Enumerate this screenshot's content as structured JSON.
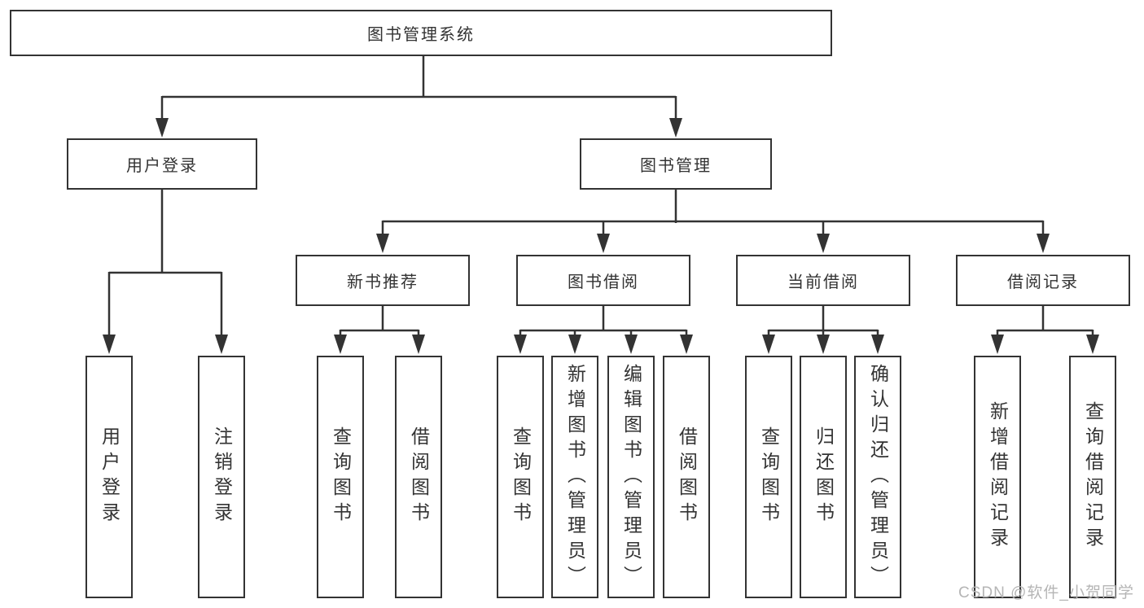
{
  "diagram": {
    "title": "图书管理系统",
    "tree": {
      "label": "图书管理系统",
      "children": [
        {
          "label": "用户登录",
          "children": [
            {
              "label": "用户登录"
            },
            {
              "label": "注销登录"
            }
          ]
        },
        {
          "label": "图书管理",
          "children": [
            {
              "label": "新书推荐",
              "children": [
                {
                  "label": "查询图书"
                },
                {
                  "label": "借阅图书"
                }
              ]
            },
            {
              "label": "图书借阅",
              "children": [
                {
                  "label": "查询图书"
                },
                {
                  "label": "新增图书（管理员）"
                },
                {
                  "label": "编辑图书（管理员）"
                },
                {
                  "label": "借阅图书"
                }
              ]
            },
            {
              "label": "当前借阅",
              "children": [
                {
                  "label": "查询图书"
                },
                {
                  "label": "归还图书"
                },
                {
                  "label": "确认归还（管理员）"
                }
              ]
            },
            {
              "label": "借阅记录",
              "children": [
                {
                  "label": "新增借阅记录"
                },
                {
                  "label": "查询借阅记录"
                }
              ]
            }
          ]
        }
      ]
    }
  },
  "watermark": {
    "text": "CSDN @软件_小贺同学"
  },
  "colors": {
    "line": "#333333",
    "box_border": "#333333",
    "box_background": "#ffffff",
    "text": "#333333",
    "watermark": "#b5b5b5",
    "page_background": "#ffffff"
  }
}
